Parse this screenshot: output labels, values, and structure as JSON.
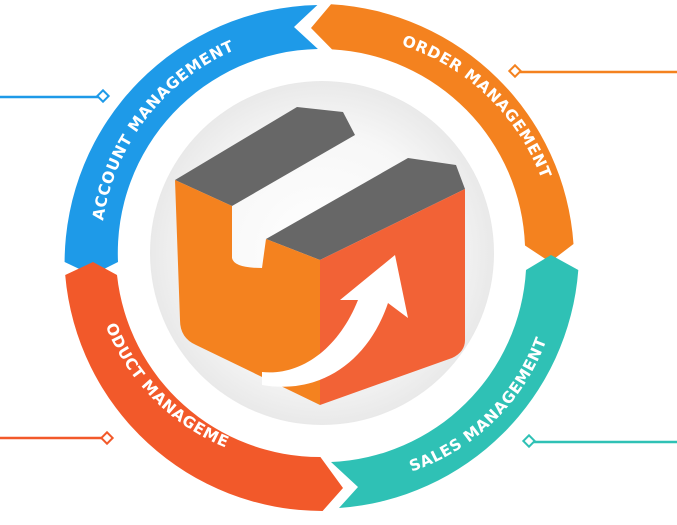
{
  "diagram": {
    "segments": [
      {
        "key": "account",
        "label": "ACCOUNT MANAGEMENT",
        "color": "#1e9ae8"
      },
      {
        "key": "order",
        "label": "ORDER MANAGEMENT",
        "color": "#f4821f"
      },
      {
        "key": "sales",
        "label": "SALES MANAGEMENT",
        "color": "#2fc1b5"
      },
      {
        "key": "product",
        "label": "PRODUCT MANAGEMENT",
        "color": "#f2592a"
      }
    ],
    "center_logo": {
      "icon": "shipping-box-return-arrow-icon",
      "colors": {
        "top": "#676767",
        "front": "#f4821f",
        "side": "#f26236",
        "arrow": "#ffffff",
        "halo": "#efefef"
      }
    }
  }
}
